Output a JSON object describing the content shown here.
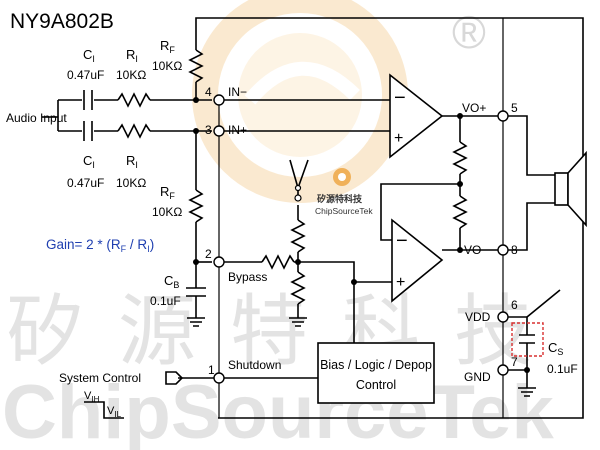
{
  "title": "NY9A802B",
  "watermark": {
    "chinese": "矽源特科技",
    "english": "ChipSourceTek",
    "logo_color": "#f0b15a",
    "registered_mark": "®",
    "small_chinese": "矽源特科技",
    "small_english": "ChipSourceTek"
  },
  "labels": {
    "audio_input": "Audio Input",
    "ci_top": "C",
    "ci_top_sub": "I",
    "ci_top_value": "0.47uF",
    "ri_top": "R",
    "ri_top_sub": "I",
    "ri_top_value": "10KΩ",
    "ci_bot": "C",
    "ci_bot_sub": "I",
    "ci_bot_value": "0.47uF",
    "ri_bot": "R",
    "ri_bot_sub": "I",
    "ri_bot_value": "10KΩ",
    "rf_top": "R",
    "rf_top_sub": "F",
    "rf_top_value": "10KΩ",
    "rf_bot": "R",
    "rf_bot_sub": "F",
    "rf_bot_value": "10KΩ",
    "gain": "Gain= 2 * (R",
    "gain_sub1": "F",
    "gain_mid": " / R",
    "gain_sub2": "I",
    "gain_end": ")",
    "cb": "C",
    "cb_sub": "B",
    "cb_value": "0.1uF",
    "cs": "C",
    "cs_sub": "S",
    "cs_value": "0.1uF",
    "system_control": "System Control",
    "vih": "V",
    "vih_sub": "IH",
    "vil": "V",
    "vil_sub": "IL",
    "block": "Bias / Logic / Depop",
    "block_line2": "Control"
  },
  "pins": {
    "in_minus": {
      "num": "4",
      "name": "IN−"
    },
    "in_plus": {
      "num": "3",
      "name": "IN+"
    },
    "bypass": {
      "num": "2",
      "name": "Bypass"
    },
    "shutdown": {
      "num": "1",
      "name": "Shutdown"
    },
    "vo_plus": {
      "num": "5",
      "name": "VO+"
    },
    "vo_minus": {
      "num": "8",
      "name": "VO−"
    },
    "vdd": {
      "num": "6",
      "name": "VDD"
    },
    "gnd": {
      "num": "7",
      "name": "GND"
    }
  },
  "opamp_signs": {
    "minus": "−",
    "plus": "+"
  },
  "colors": {
    "gain_text": "#1f3fb0",
    "cs_box": "#d83030",
    "wire": "#000000"
  }
}
